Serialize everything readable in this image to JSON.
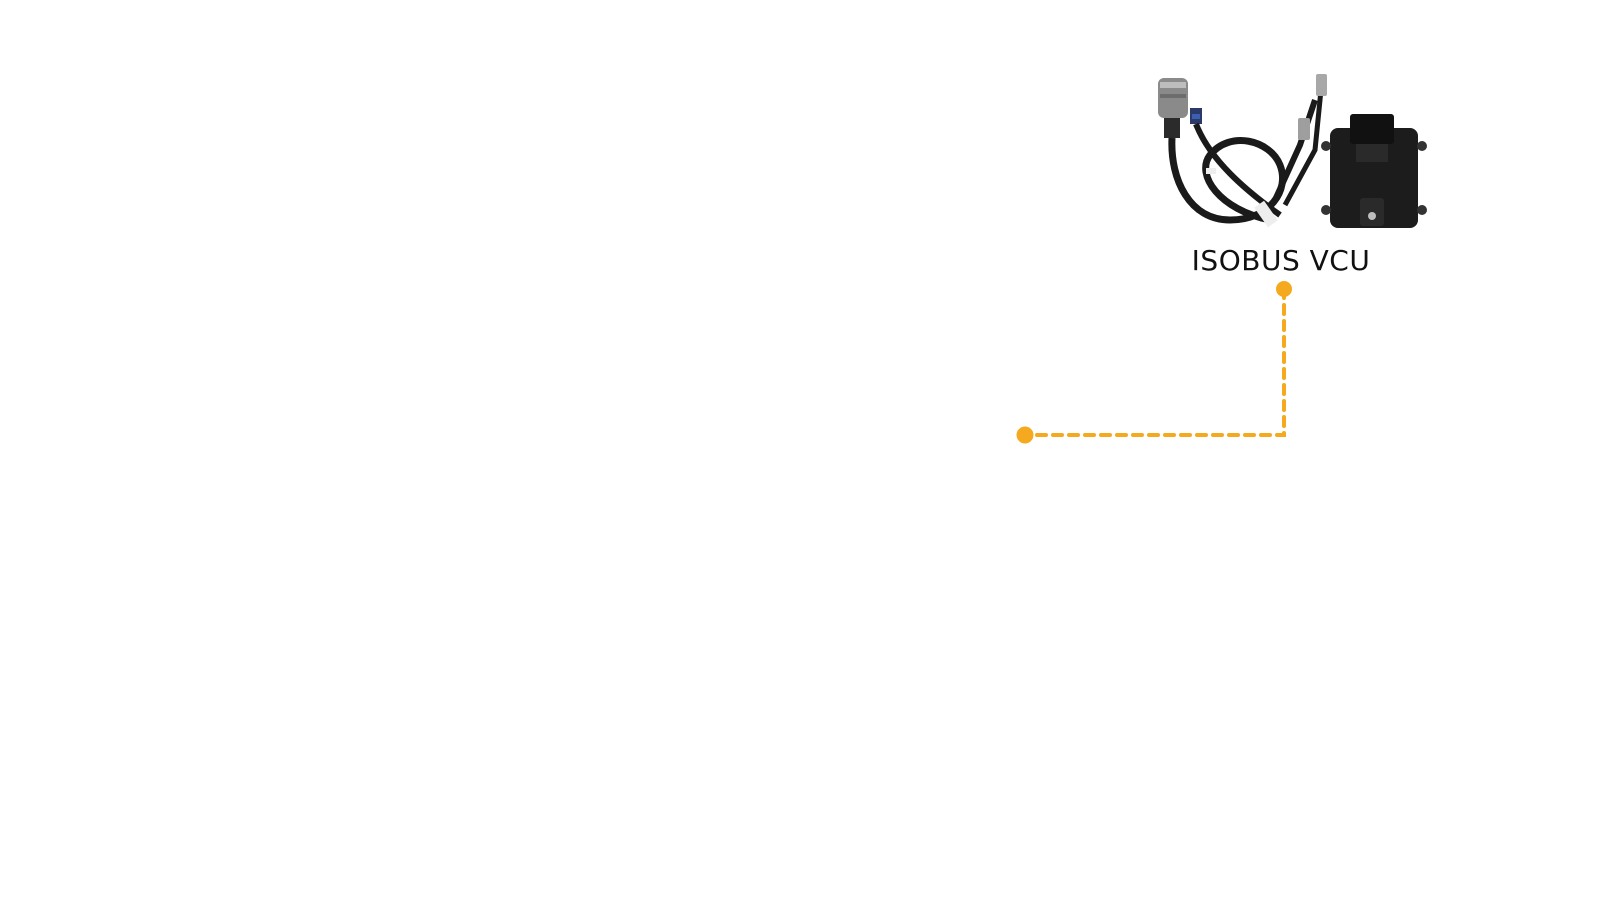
{
  "diagram": {
    "node": {
      "label": "ISOBUS VCU",
      "image": "isobus-vcu-harness-and-controller"
    },
    "connector": {
      "style": "dashed",
      "color": "#F5A91F",
      "endpoint_color": "#F5A91F"
    }
  }
}
